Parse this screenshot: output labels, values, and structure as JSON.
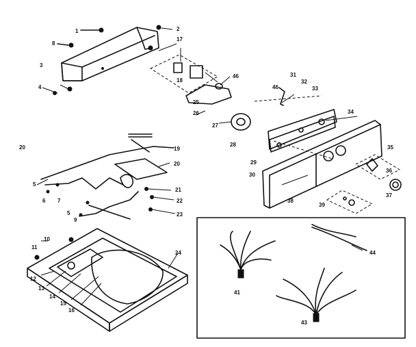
{
  "callouts": {
    "c1": "1",
    "c2": "2",
    "c3": "3",
    "c4": "4",
    "c5a": "5",
    "c5b": "5",
    "c6": "6",
    "c7": "7",
    "c8": "8",
    "c9": "9",
    "c10": "10",
    "c11": "11",
    "c12": "12",
    "c13": "13",
    "c14": "14",
    "c15": "15",
    "c16": "16",
    "c17": "17",
    "c18": "18",
    "c19": "19",
    "c20": "20",
    "c21": "21",
    "c22": "22",
    "c23": "23",
    "c24": "24",
    "c25": "25",
    "c26": "26",
    "c27": "27",
    "c28": "28",
    "c29": "29",
    "c30": "30",
    "c31": "31",
    "c32": "32",
    "c33": "33",
    "c34": "34",
    "c35": "35",
    "c36": "36",
    "c37": "37",
    "c38": "38",
    "c39": "39",
    "c41": "41",
    "c43": "43",
    "c44": "44",
    "c46a": "46",
    "c46b": "46"
  },
  "colors": {
    "ink": "#111111",
    "paper": "#ffffff"
  }
}
